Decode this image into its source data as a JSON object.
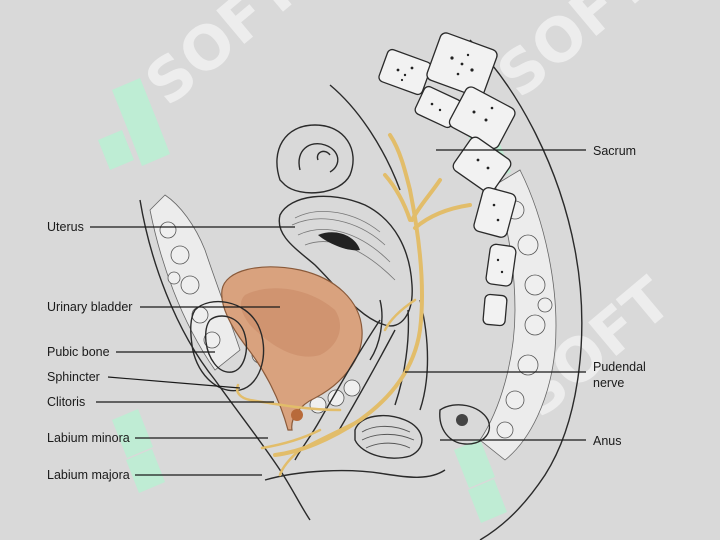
{
  "labels": {
    "sacrum": "Sacrum",
    "uterus": "Uterus",
    "urinary_bladder": "Urinary bladder",
    "pubic_bone": "Pubic bone",
    "sphincter": "Sphincter",
    "clitoris": "Clitoris",
    "labium_minora": "Labium minora",
    "labium_majora": "Labium majora",
    "pudendal_nerve_line1": "Pudendal",
    "pudendal_nerve_line2": "nerve",
    "anus": "Anus"
  },
  "watermark": {
    "text": "SOFT",
    "logo_color": "#b8f0d2",
    "text_color": "#ffffff"
  },
  "colors": {
    "background": "#d9d9d9",
    "bladder": "#d9a27e",
    "bladder_inner": "#c98a68",
    "nerve": "#e2bd6a",
    "outline": "#2a2a2a"
  }
}
